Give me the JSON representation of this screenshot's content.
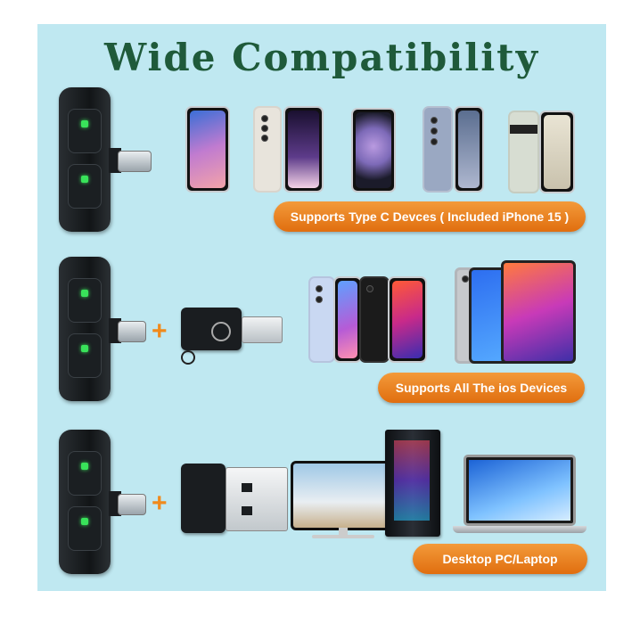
{
  "title": "Wide Compatibility",
  "colors": {
    "panel": "#bfe8f1",
    "title": "#1f5a3a",
    "banner": "#e87f1e",
    "led": "#39e35a"
  },
  "rows": [
    {
      "banner": "Supports Type C Devces ( Included iPhone 15 )"
    },
    {
      "banner": "Supports All The ios Devices"
    },
    {
      "banner": "Desktop PC/Laptop"
    }
  ],
  "icons": {
    "plus": "+",
    "receiver": "microphone-receiver-icon",
    "usbc": "usb-c-plug-icon",
    "lightning": "lightning-adapter-icon",
    "usba": "usb-a-adapter-icon"
  }
}
